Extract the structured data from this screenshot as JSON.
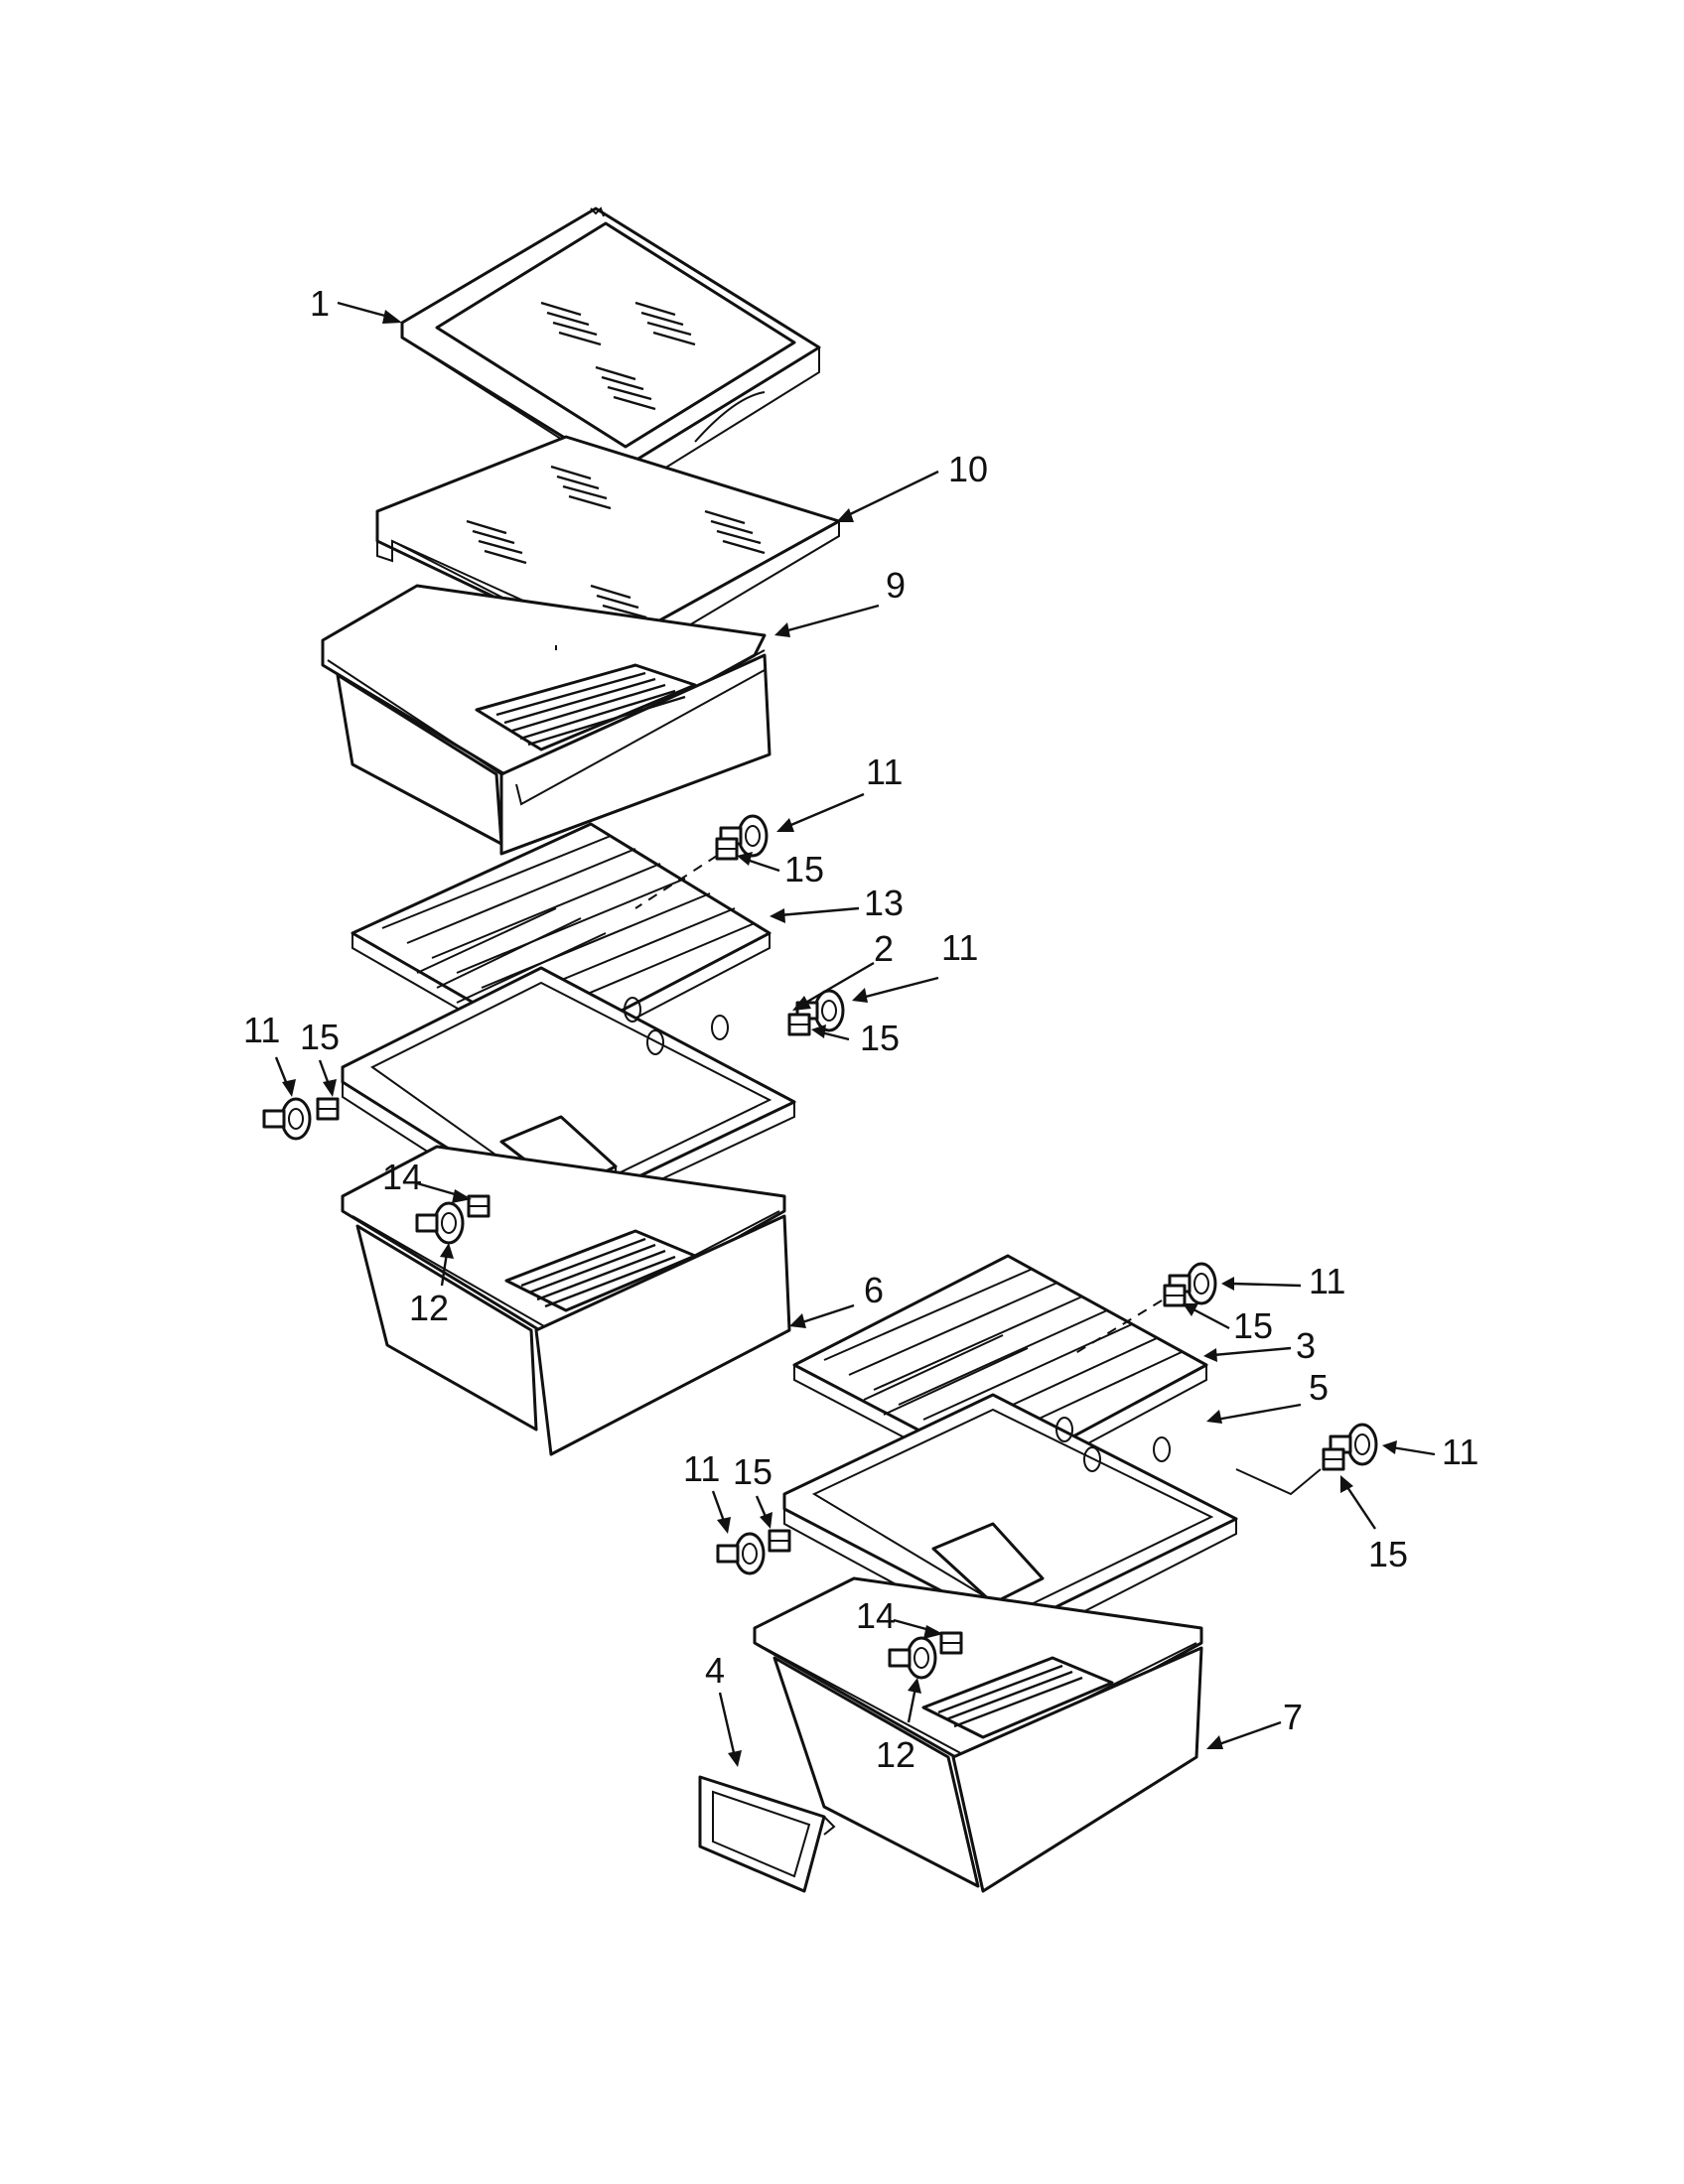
{
  "callouts": {
    "c1": "1",
    "c10": "10",
    "c9": "9",
    "c11a": "11",
    "c15a": "15",
    "c13": "13",
    "c2": "2",
    "c11b": "11",
    "c15b": "15",
    "c11c": "11",
    "c15c": "15",
    "c14a": "14",
    "c12a": "12",
    "c6": "6",
    "c11d": "11",
    "c15d": "15",
    "c3": "3",
    "c5": "5",
    "c11e": "11",
    "c15e": "15",
    "c11f": "11",
    "c15f": "15",
    "c14b": "14",
    "c12b": "12",
    "c4": "4",
    "c7": "7"
  },
  "icon_names": [
    "shelf-part",
    "drawer-part",
    "cover-part",
    "frame-part",
    "roller-part",
    "screw-part",
    "label-part"
  ],
  "colors": {
    "line": "#111111",
    "background": "#ffffff"
  }
}
